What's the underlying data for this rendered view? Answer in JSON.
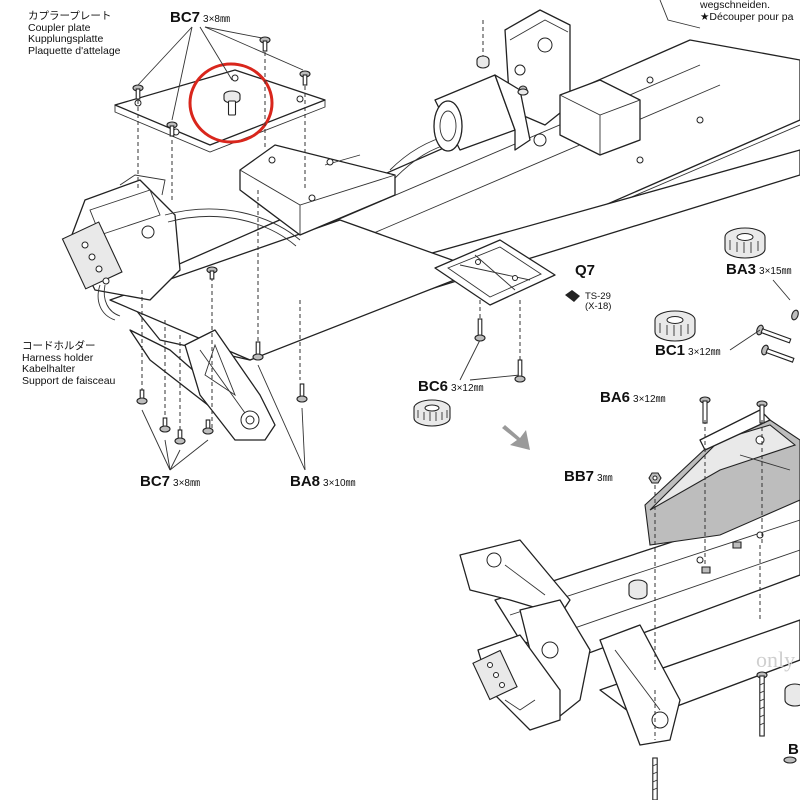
{
  "labels": {
    "coupler_plate": [
      "カプラープレート",
      "Coupler plate",
      "Kupplungsplatte",
      "Plaquette d'attelage"
    ],
    "harness_holder": [
      "コードホルダー",
      "Harness holder",
      "Kabelhalter",
      "Support de faisceau"
    ],
    "top_note": [
      "wegschneiden.",
      "★Découper pour pa"
    ],
    "bc7_top": {
      "code": "BC7",
      "size": "3×8㎜"
    },
    "bc7_bottom": {
      "code": "BC7",
      "size": "3×8㎜"
    },
    "ba8": {
      "code": "BA8",
      "size": "3×10㎜"
    },
    "bc6": {
      "code": "BC6",
      "size": "3×12㎜"
    },
    "q7": {
      "code": "Q7"
    },
    "ts29": {
      "code": "TS-29",
      "sub": "(X-18)"
    },
    "ba3": {
      "code": "BA3",
      "size": "3×15㎜"
    },
    "bc1": {
      "code": "BC1",
      "size": "3×12㎜"
    },
    "ba6": {
      "code": "BA6",
      "size": "3×12㎜"
    },
    "bb7": {
      "code": "BB7",
      "size": "3㎜"
    },
    "edge_b": {
      "code": "B"
    }
  },
  "watermark": "only",
  "highlight": {
    "shape": "circle",
    "color": "#d9261c",
    "target": "coupler-plate-screw"
  },
  "colors": {
    "line": "#222222",
    "bg": "#ffffff",
    "highlight": "#d9261c"
  }
}
